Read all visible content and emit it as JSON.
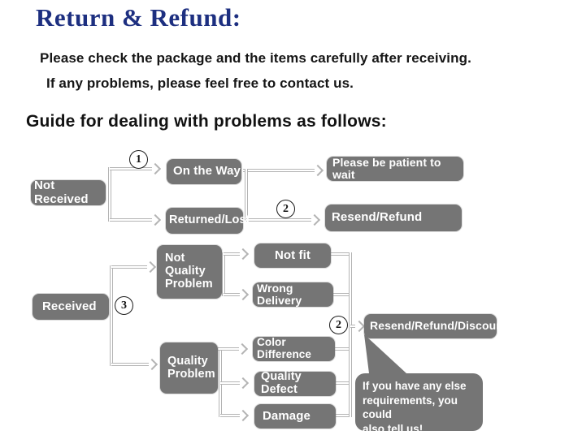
{
  "header": {
    "title": "Return & Refund:",
    "intro_line1": "Please check the package and the items carefully after receiving.",
    "intro_line2": "If any problems, please feel free to contact us.",
    "guide_heading": "Guide for dealing with problems as follows:"
  },
  "colors": {
    "title_navy": "#1d2f80",
    "box_gray": "#757575",
    "connector_gray": "#b4b4b4",
    "box_text": "#ffffff",
    "body_text": "#161616"
  },
  "flowchart": {
    "nodes": {
      "not_received": "Not Received",
      "on_the_way": "On the Way",
      "returned_lost": "Returned/Lost",
      "be_patient": "Please be patient to wait",
      "resend_refund": "Resend/Refund",
      "received": "Received",
      "not_quality_problem": "Not\nQuality\nProblem",
      "not_fit": "Not fit",
      "wrong_delivery": "Wrong Delivery",
      "quality_problem": "Quality\nProblem",
      "color_difference": "Color Difference",
      "quality_defect": "Quality Defect",
      "damage": "Damage",
      "resend_refund_discount": "Resend/Refund/Discount"
    },
    "markers": {
      "step1": "1",
      "step2_top": "2",
      "step3": "3",
      "step2_bottom": "2"
    },
    "bubble_text": "If you have any else\nrequirements, you could\nalso tell us!"
  }
}
